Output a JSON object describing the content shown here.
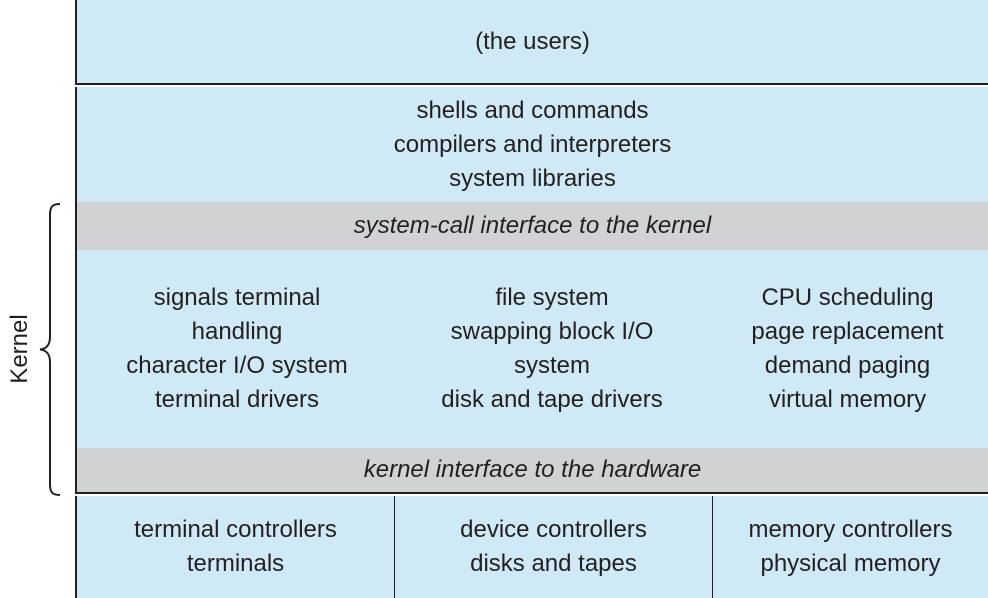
{
  "side_label": "Kernel",
  "layers": {
    "users": "(the users)",
    "shells": [
      "shells and commands",
      "compilers and interpreters",
      "system libraries"
    ],
    "syscall_interface": "system-call interface to the kernel",
    "kernel_columns": [
      [
        "signals terminal",
        "handling",
        "character I/O system",
        "terminal drivers"
      ],
      [
        "file system",
        "swapping block I/O",
        "system",
        "disk and tape drivers"
      ],
      [
        "CPU scheduling",
        "page replacement",
        "demand paging",
        "virtual memory"
      ]
    ],
    "hardware_interface": "kernel interface to the hardware",
    "hardware_columns": [
      [
        "terminal controllers",
        "terminals"
      ],
      [
        "device controllers",
        "disks and tapes"
      ],
      [
        "memory controllers",
        "physical memory"
      ]
    ]
  },
  "colors": {
    "layer_blue": "#cfe9f7",
    "interface_gray": "#d1d2d4",
    "line": "#231f20"
  }
}
